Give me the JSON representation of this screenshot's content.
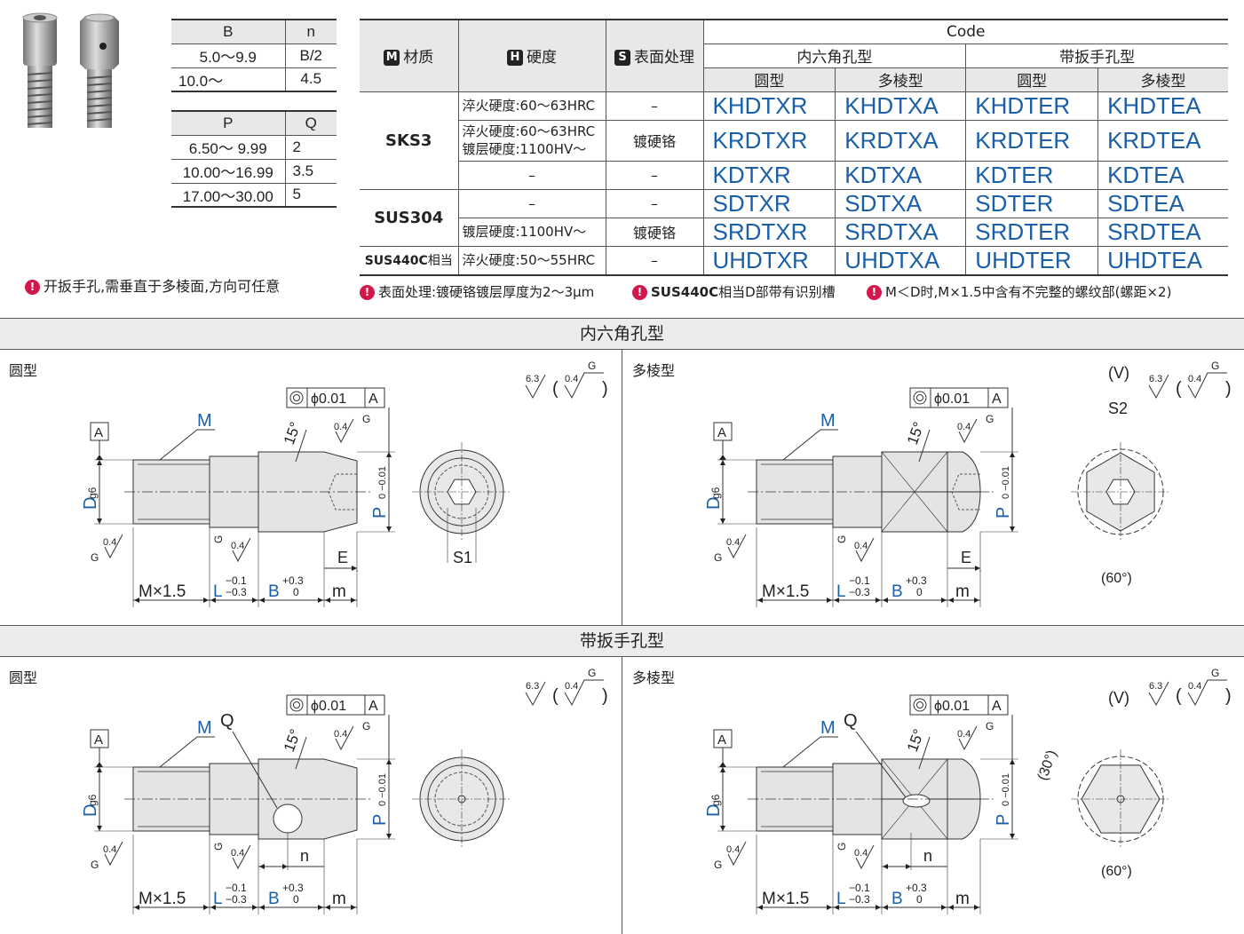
{
  "dims_table_b": {
    "headers": [
      "B",
      "n"
    ],
    "rows": [
      [
        "5.0～9.9",
        "B/2"
      ],
      [
        "10.0～",
        "4.5"
      ]
    ]
  },
  "dims_table_p": {
    "headers": [
      "P",
      "Q"
    ],
    "rows": [
      [
        "6.50～ 9.99",
        "2"
      ],
      [
        "10.00～16.99",
        "3.5"
      ],
      [
        "17.00～30.00",
        "5"
      ]
    ]
  },
  "wrench_note": "开扳手孔,需垂直于多棱面,方向可任意",
  "code_table": {
    "badge_m": "M",
    "badge_h": "H",
    "badge_s": "S",
    "col_material": "材质",
    "col_hardness": "硬度",
    "col_surface": "表面处理",
    "col_code": "Code",
    "group_hex": "内六角孔型",
    "group_wrench": "带扳手孔型",
    "round": "圆型",
    "poly": "多棱型",
    "material_sks3": "SKS3",
    "material_sus304": "SUS304",
    "material_sus440c": "SUS440C",
    "material_sus440c_suffix": "相当",
    "hard_1": "淬火硬度:60～63HRC",
    "hard_2a": "淬火硬度:60～63HRC",
    "hard_2b": "镀层硬度:1100HV～",
    "hard_3": "–",
    "hard_4": "–",
    "hard_5": "镀层硬度:1100HV～",
    "hard_6": "淬火硬度:50～55HRC",
    "surf_1": "–",
    "surf_2": "镀硬铬",
    "surf_3": "–",
    "surf_4": "–",
    "surf_5": "镀硬铬",
    "surf_6": "–",
    "codes": [
      [
        "KHDTXR",
        "KHDTXA",
        "KHDTER",
        "KHDTEA"
      ],
      [
        "KRDTXR",
        "KRDTXA",
        "KRDTER",
        "KRDTEA"
      ],
      [
        "KDTXR",
        "KDTXA",
        "KDTER",
        "KDTEA"
      ],
      [
        "SDTXR",
        "SDTXA",
        "SDTER",
        "SDTEA"
      ],
      [
        "SRDTXR",
        "SRDTXA",
        "SRDTER",
        "SRDTEA"
      ],
      [
        "UHDTXR",
        "UHDTXA",
        "UHDTER",
        "UHDTEA"
      ]
    ]
  },
  "notes": {
    "note1": "表面处理:镀硬铬镀层厚度为2～3μm",
    "note2_bold": "SUS440C",
    "note2_rest": "相当D部带有识别槽",
    "note3": "M＜D时,M×1.5中含有不完整的螺纹部(螺距×2)"
  },
  "sections": {
    "hex_title": "内六角孔型",
    "wrench_title": "带扳手孔型",
    "round_label": "圆型",
    "poly_label": "多棱型"
  },
  "drawing": {
    "coaxial": "ϕ0.01",
    "datum": "A",
    "angle15": "15°",
    "rough_main": "6.3",
    "rough_sub": "0.4",
    "grind": "G",
    "label_m": "M",
    "label_d": "D",
    "label_d_sub": "g6",
    "label_p": "P",
    "tol_p": "0 −0.01",
    "label_mx": "M×1.5",
    "label_l": "L",
    "tol_l_top": "−0.1",
    "tol_l_bot": "−0.3",
    "label_b": "B",
    "tol_b_top": "+0.3",
    "tol_b_bot": "0",
    "label_mm": "m",
    "label_e": "E",
    "label_s1": "S1",
    "label_s2": "S2",
    "label_v": "(V)",
    "label_60": "(60°)",
    "label_30": "(30°)",
    "label_q": "Q",
    "label_n": "n"
  }
}
